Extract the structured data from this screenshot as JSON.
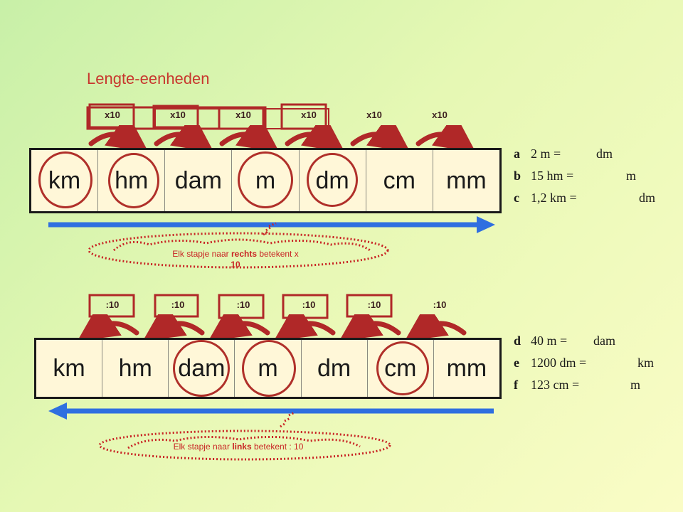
{
  "title": "Lengte-eenheden",
  "colors": {
    "accent": "#c8372e",
    "arrow_blue": "#2f6fe0",
    "curve_red": "#b02828"
  },
  "units": [
    "km",
    "hm",
    "dam",
    "m",
    "dm",
    "cm",
    "mm"
  ],
  "multiply_steps": [
    "x10",
    "x10",
    "x10",
    "x10",
    "x10",
    "x10"
  ],
  "divide_steps": [
    ":10",
    ":10",
    ":10",
    ":10",
    ":10",
    ":10"
  ],
  "cloud_right": {
    "prefix": "Elk stapje naar ",
    "bold": "rechts",
    "suffix": " betekent x",
    "line2": "10"
  },
  "cloud_left": {
    "prefix": "Elk stapje naar ",
    "bold": "links",
    "suffix": " betekent : 10"
  },
  "exercises_top": [
    {
      "letter": "a",
      "question": "2 m =",
      "unit": "dm"
    },
    {
      "letter": "b",
      "question": "15 hm =",
      "unit": "m"
    },
    {
      "letter": "c",
      "question": "1,2 km =",
      "unit": "dm"
    }
  ],
  "exercises_bottom": [
    {
      "letter": "d",
      "question": "40 m =",
      "unit": "dam"
    },
    {
      "letter": "e",
      "question": "1200 dm =",
      "unit": "km"
    },
    {
      "letter": "f",
      "question": "123 cm =",
      "unit": "m"
    }
  ]
}
